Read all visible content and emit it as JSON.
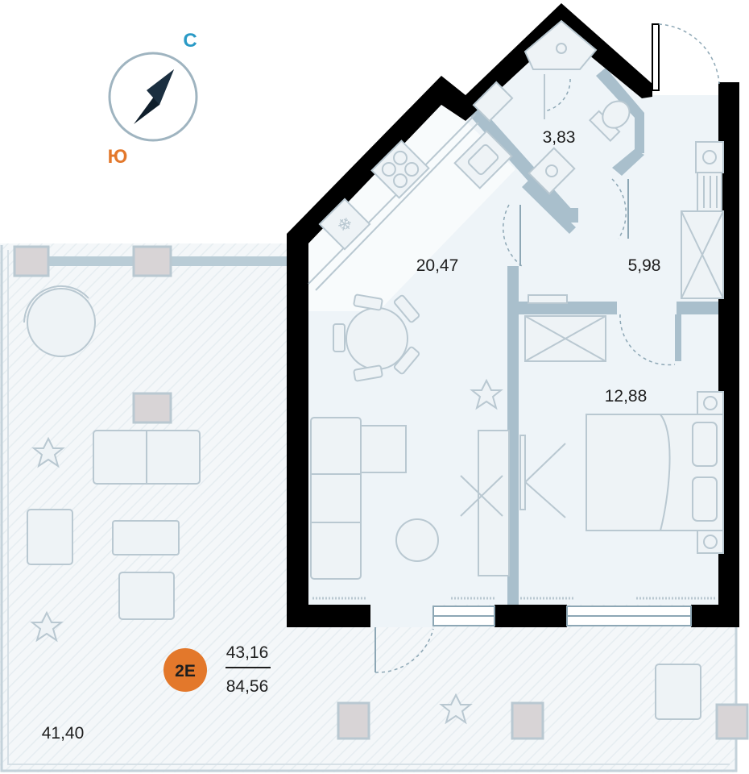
{
  "compass": {
    "north_label": "С",
    "south_label": "Ю",
    "north_color": "#2a9ac6",
    "south_color": "#e3782b"
  },
  "rooms": {
    "bathroom_area": "3,83",
    "living_kitchen_area": "20,47",
    "hallway_area": "5,98",
    "bedroom_area": "12,88",
    "terrace_area": "41,40"
  },
  "apartment": {
    "badge_label": "2Е",
    "badge_color": "#e3782b",
    "living_area": "43,16",
    "total_area": "84,56"
  },
  "colors": {
    "wall": "#000000",
    "partition": "#a9bfcc",
    "floor": "#edf3f7",
    "terrace": "#f3f7f9"
  }
}
